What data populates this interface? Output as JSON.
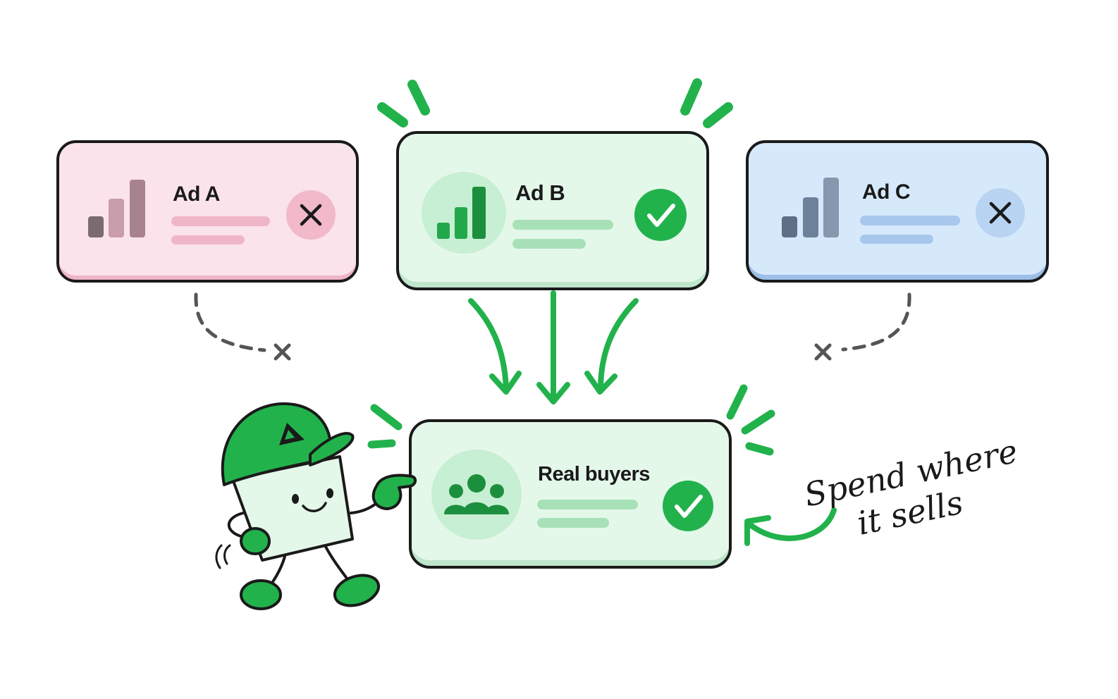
{
  "cards": {
    "ad_a": {
      "title": "Ad A",
      "status": "rejected",
      "fill": "#fbe3ec",
      "shadow": "#eeb5c6",
      "bar_color": "#bf8f9e",
      "line_color": "#efb6c7",
      "badge_bg": "#f1b9c9"
    },
    "ad_b": {
      "title": "Ad B",
      "status": "selected",
      "fill": "#e4f8ea",
      "shadow": "#bfe6cb",
      "bar_color": "#22a84a",
      "line_color": "#a8e1b8",
      "badge_bg": "#22b24c"
    },
    "ad_c": {
      "title": "Ad C",
      "status": "rejected",
      "fill": "#d6e9fb",
      "shadow": "#9cbfe8",
      "bar_color": "#6d819a",
      "line_color": "#a7c7ec",
      "badge_bg": "#b9d4f2"
    },
    "real_buyers": {
      "title": "Real buyers",
      "status": "selected",
      "fill": "#e4f8ea",
      "shadow": "#bfe6cb",
      "line_color": "#a8e1b8",
      "badge_bg": "#22b24c"
    }
  },
  "annotation": {
    "line1": "Spend where",
    "line2": "it sells"
  },
  "icons": [
    "bar-chart-icon",
    "close-icon",
    "check-icon",
    "people-icon",
    "mascot"
  ],
  "colors": {
    "accent": "#22b24c",
    "outline": "#1a1a1a",
    "dashed": "#555555"
  }
}
